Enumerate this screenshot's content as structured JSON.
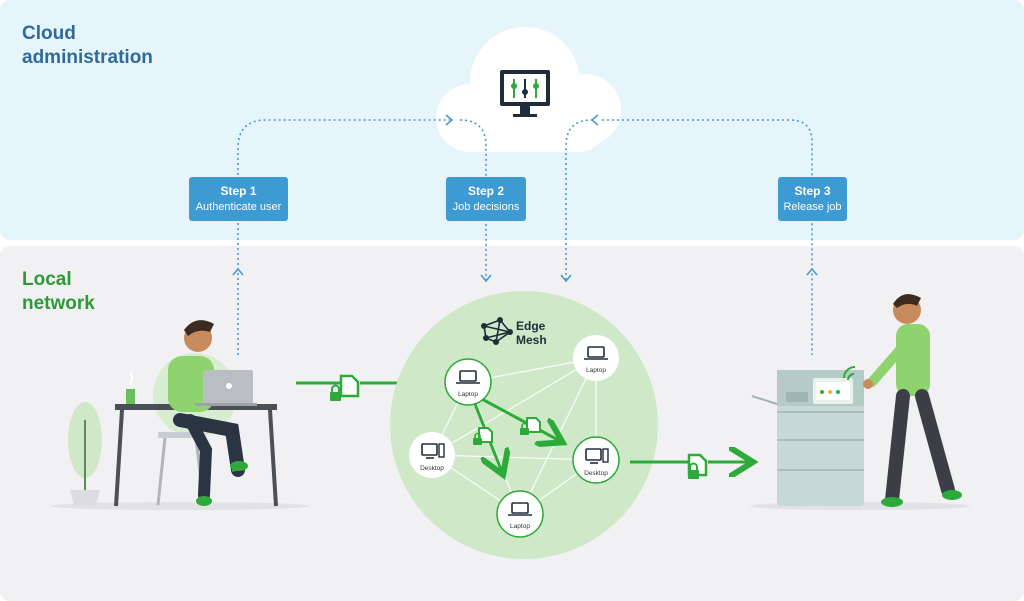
{
  "zones": {
    "cloud": {
      "title": "Cloud\nadministration"
    },
    "local": {
      "title": "Local\nnetwork"
    }
  },
  "steps": [
    {
      "number": "Step 1",
      "description": "Authenticate user"
    },
    {
      "number": "Step 2",
      "description": "Job decisions"
    },
    {
      "number": "Step 3",
      "description": "Release job"
    }
  ],
  "edge_mesh": {
    "logo_line1": "Edge",
    "logo_line2": "Mesh",
    "nodes": [
      {
        "label": "Laptop",
        "icon": "laptop-icon"
      },
      {
        "label": "Laptop",
        "icon": "laptop-icon"
      },
      {
        "label": "Desktop",
        "icon": "desktop-icon"
      },
      {
        "label": "Desktop",
        "icon": "desktop-icon"
      },
      {
        "label": "Laptop",
        "icon": "laptop-icon"
      }
    ]
  },
  "colors": {
    "cloud_bg": "#e6f4fb",
    "local_bg": "#f1f1f3",
    "step_box": "#3e9ad3",
    "cloud_title": "#2f6b98",
    "local_title": "#2d9a36",
    "accent_green": "#2eaa3b",
    "mesh_circle": "#cfe9c8",
    "dotted_line": "#4a9bd0"
  }
}
